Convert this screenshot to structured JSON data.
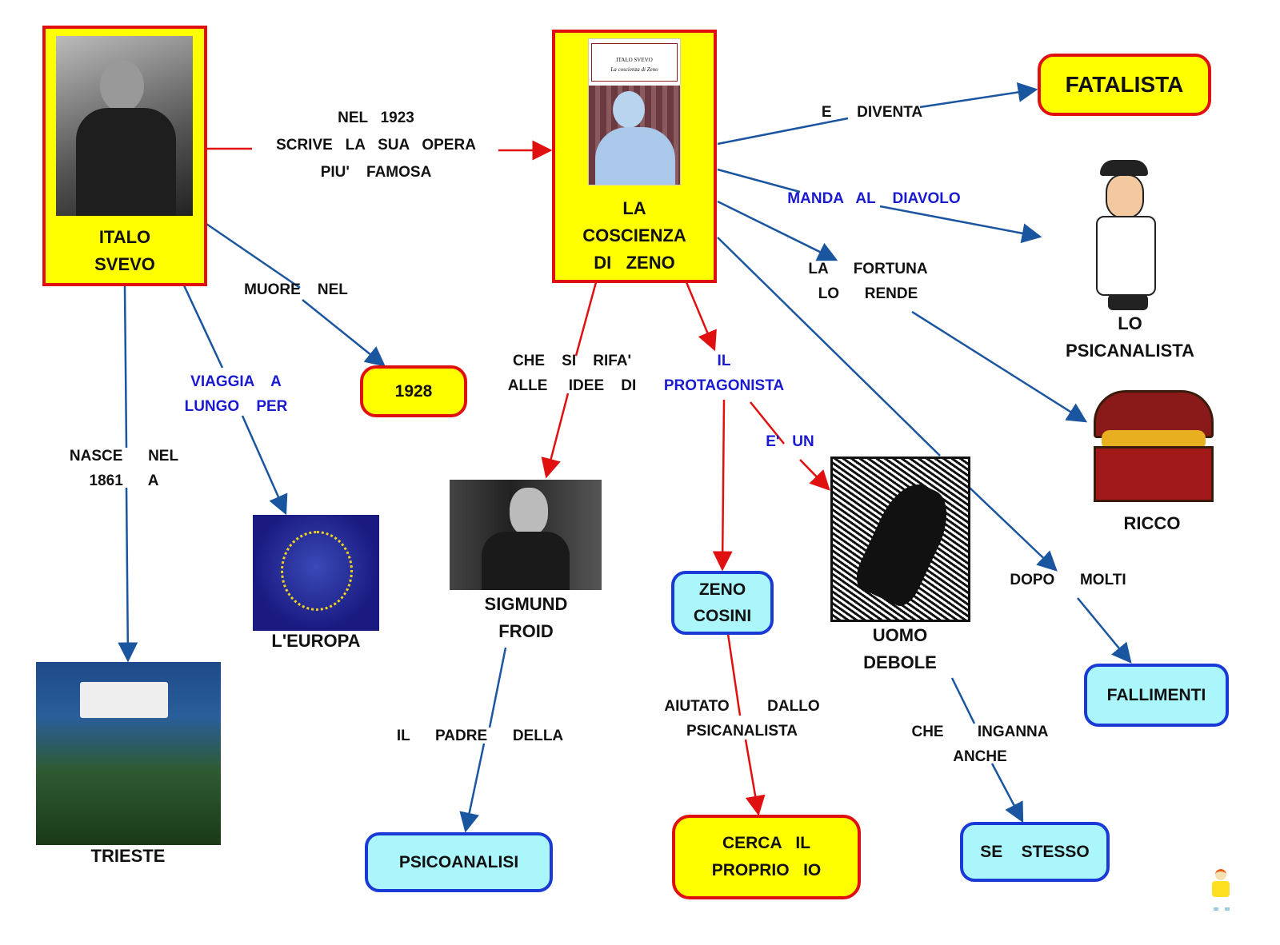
{
  "nodes": {
    "italo_svevo": "ITALO\nSVEVO",
    "coscienza": "LA\nCOSCIENZA\nDI   ZENO",
    "fatalista": "FATALISTA",
    "psicanalista": "LO\nPSICANALISTA",
    "ricco": "RICCO",
    "year_1928": "1928",
    "europa": "L'EUROPA",
    "trieste": "TRIESTE",
    "froid": "SIGMUND\nFROID",
    "zeno_cosini": "ZENO\nCOSINI",
    "uomo_debole": "UOMO\nDEBOLE",
    "fallimenti": "FALLIMENTI",
    "psicoanalisi": "PSICOANALISI",
    "cerca_io": "CERCA   IL\nPROPRIO   IO",
    "se_stesso": "SE    STESSO"
  },
  "book_cover": {
    "author": "ITALO SVEVO",
    "title": "La coscienza di Zeno"
  },
  "links": {
    "scrive": "NEL   1923\nSCRIVE   LA   SUA   OPERA\nPIU'    FAMOSA",
    "muore": "MUORE    NEL",
    "viaggia": "VIAGGIA    A\nLUNGO    PER",
    "nasce": "NASCE      NEL\n1861      A",
    "diventa": "E      DIVENTA",
    "manda": "MANDA   AL    DIAVOLO",
    "fortuna": "LA      FORTUNA\nLO      RENDE",
    "dopo": "DOPO      MOLTI",
    "rifa": "CHE    SI    RIFA'\nALLE     IDEE    DI",
    "protagonista": "IL\nPROTAGONISTA",
    "e_un": "E'   UN",
    "padre": "IL      PADRE      DELLA",
    "aiutato": "AIUTATO         DALLO\nPSICANALISTA",
    "inganna": "CHE        INGANNA\nANCHE"
  },
  "colors": {
    "yellow": "#ffff00",
    "red": "#e01010",
    "cyan": "#aaf6fb",
    "blue_line": "#1a55a0",
    "blue_text": "#1a1ad0"
  }
}
